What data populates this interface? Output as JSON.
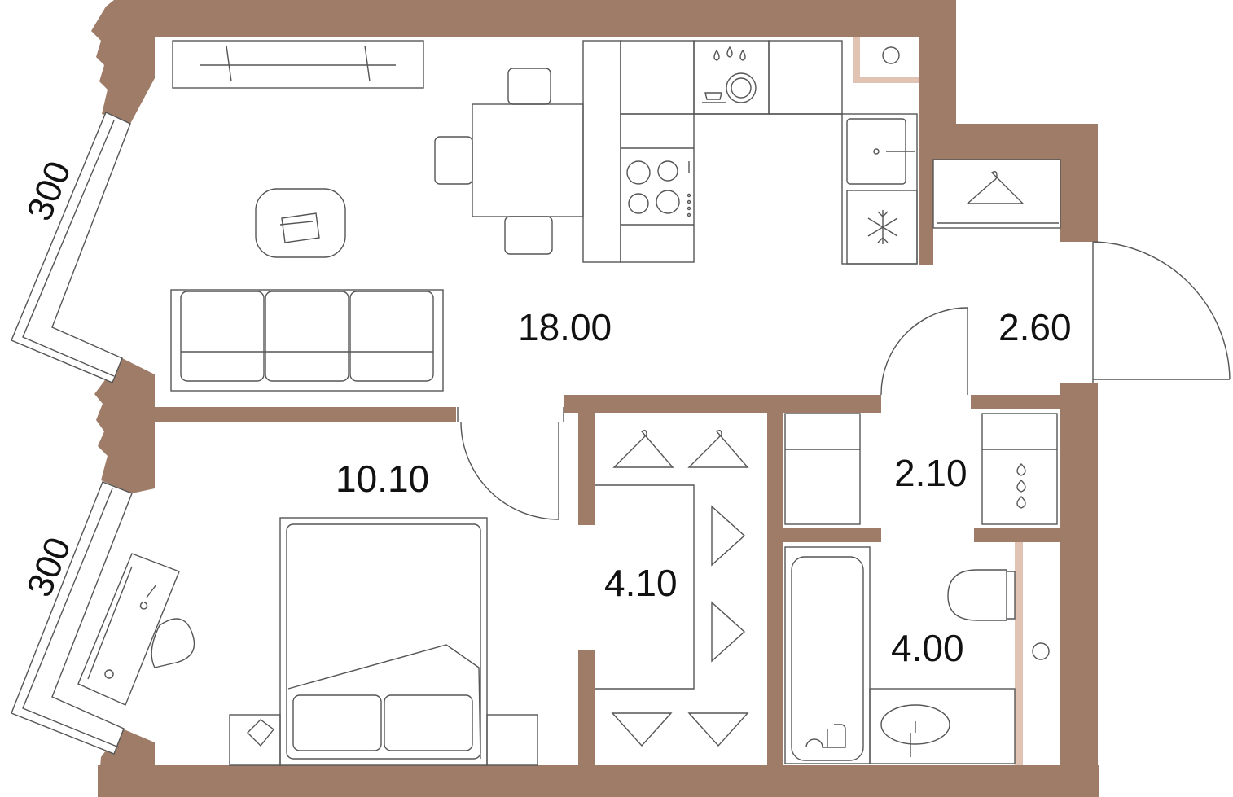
{
  "plan": {
    "wall_color": "#9e7c68",
    "light_wall_color": "#e0c3b2",
    "line_color": "#555555",
    "rooms": [
      {
        "id": "living-kitchen",
        "area": "18.00"
      },
      {
        "id": "bedroom",
        "area": "10.10"
      },
      {
        "id": "walk-in-closet",
        "area": "4.10"
      },
      {
        "id": "hallway",
        "area": "2.60"
      },
      {
        "id": "utility",
        "area": "2.10"
      },
      {
        "id": "bathroom",
        "area": "4.00"
      }
    ],
    "dimensions": [
      {
        "id": "upper-window",
        "value": "300"
      },
      {
        "id": "lower-window",
        "value": "300"
      }
    ]
  }
}
